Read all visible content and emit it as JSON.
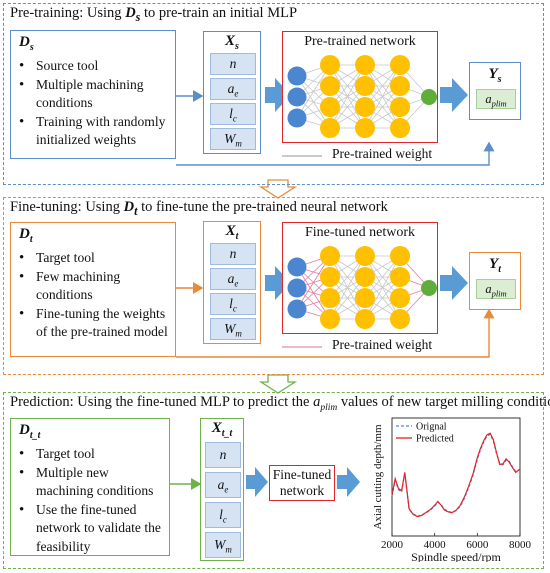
{
  "stage1": {
    "title": "Pre-training: Using D_s to pre-train an initial MLP",
    "title_pre": "Pre-training: Using ",
    "title_sub": "s",
    "title_post": " to pre-train an initial MLP",
    "dataset_sub": "s",
    "bullets": [
      "Source tool",
      "Multiple machining conditions",
      "Training with randomly initialized weights"
    ],
    "input_sub": "s",
    "network_title": "Pre-trained network",
    "output_sub": "s",
    "legend": "Pre-trained weight"
  },
  "stage2": {
    "title_pre": "Fine-tuning: Using ",
    "title_sub": "t",
    "title_post": " to fine-tune the pre-trained neural network",
    "dataset_sub": "t",
    "bullets": [
      "Target tool",
      "Few machining conditions",
      "Fine-tuning the weights of the pre-trained model"
    ],
    "input_sub": "t",
    "network_title": "Fine-tuned network",
    "output_sub": "t",
    "legend": "Pre-trained weight"
  },
  "stage3": {
    "title_pre": "Prediction: Using the fine-tuned MLP to predict the ",
    "title_post": " values of new target milling conditions",
    "dataset_sub": "t_t",
    "bullets": [
      "Target tool",
      "Multiple new machining conditions",
      "Use the fine-tuned network to validate the feasibility"
    ],
    "input_sub": "t_t",
    "network_label": "Fine-tuned network"
  },
  "symbols": {
    "D": "D",
    "X": "X",
    "Y": "Y",
    "features": [
      {
        "base": "n",
        "sub": ""
      },
      {
        "base": "a",
        "sub": "e"
      },
      {
        "base": "l",
        "sub": "c"
      },
      {
        "base": "W",
        "sub": "m"
      }
    ],
    "output_base": "a",
    "output_sub": "plim"
  },
  "colors": {
    "stage1": "#5b8fcc",
    "stage2": "#e88a3a",
    "stage3": "#6fb24a",
    "network_border": "#e0262a",
    "input_node": "#4a87d0",
    "hidden_node": "#ffc000",
    "output_node": "#5fae3c",
    "arrow": "#5b9bd5"
  },
  "chart_data": {
    "type": "line",
    "xlabel": "Spindle speed/rpm",
    "ylabel": "Axial cutting depth/mm",
    "xlim": [
      2000,
      8000
    ],
    "xticks": [
      2000,
      4000,
      6000,
      8000
    ],
    "legend_position": "top-left",
    "series": [
      {
        "name": "Orignal",
        "style": "dashed",
        "color": "#4a87d0",
        "x": [
          2000,
          2150,
          2300,
          2450,
          2600,
          2800,
          3000,
          3200,
          3400,
          3600,
          3800,
          4000,
          4150,
          4300,
          4450,
          4600,
          4800,
          5000,
          5200,
          5400,
          5600,
          5800,
          6000,
          6150,
          6300,
          6450,
          6600,
          6750,
          6900,
          7050,
          7200,
          7350,
          7500,
          7650,
          7800,
          8000
        ],
        "y": [
          9.5,
          13.2,
          11.0,
          10.5,
          14.8,
          6.3,
          5.2,
          4.7,
          5.0,
          5.5,
          6.2,
          7.1,
          8.0,
          7.4,
          6.4,
          5.9,
          5.6,
          6.0,
          7.1,
          9.0,
          11.6,
          14.5,
          18.2,
          20.5,
          22.3,
          23.7,
          24.1,
          22.6,
          19.6,
          17.3,
          16.9,
          18.0,
          17.7,
          16.4,
          15.3,
          15.8
        ]
      },
      {
        "name": "Predicted",
        "style": "solid",
        "color": "#e0262a",
        "x": [
          2000,
          2150,
          2300,
          2450,
          2600,
          2800,
          3000,
          3200,
          3400,
          3600,
          3800,
          4000,
          4150,
          4300,
          4450,
          4600,
          4800,
          5000,
          5200,
          5400,
          5600,
          5800,
          6000,
          6150,
          6300,
          6450,
          6600,
          6750,
          6900,
          7050,
          7200,
          7350,
          7500,
          7650,
          7800,
          8000
        ],
        "y": [
          9.8,
          13.6,
          11.3,
          10.7,
          15.1,
          6.5,
          5.1,
          4.6,
          4.9,
          5.6,
          6.3,
          7.3,
          8.2,
          7.3,
          6.2,
          5.8,
          5.5,
          6.1,
          7.3,
          9.3,
          11.9,
          14.8,
          18.6,
          20.8,
          22.6,
          24.0,
          24.4,
          22.9,
          19.8,
          17.0,
          17.1,
          18.3,
          17.5,
          16.2,
          15.1,
          15.9
        ]
      }
    ]
  }
}
